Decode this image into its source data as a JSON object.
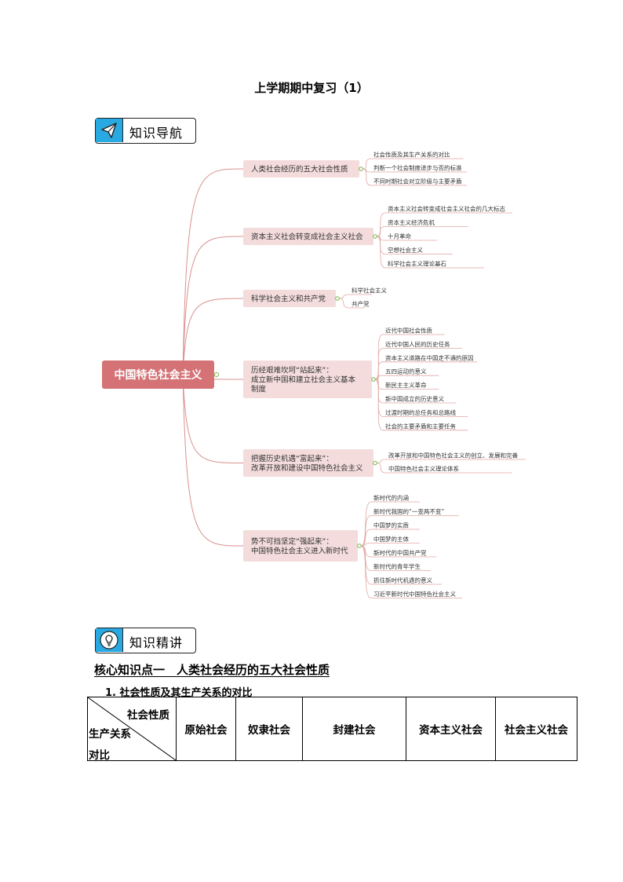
{
  "doc": {
    "title": "上学期期中复习（1）"
  },
  "nav": {
    "label": "知识导航",
    "icon": "paper-plane-icon"
  },
  "detail": {
    "label": "知识精讲",
    "icon": "lightbulb-icon"
  },
  "mindmap": {
    "root": "中国特色社会主义",
    "branches": [
      {
        "lines": [
          "人类社会经历的五大社会性质"
        ],
        "leaves": [
          "社会性质及其生产关系的对比",
          "判断一个社会制度进步与否的标准",
          "不同时期社会对立阶级与主要矛盾"
        ]
      },
      {
        "lines": [
          "资本主义社会转变成社会主义社会"
        ],
        "leaves": [
          "资本主义社会转变成社会主义社会的几大标志",
          "资本主义经济危机",
          "十月革命",
          "空想社会主义",
          "科学社会主义理论基石"
        ]
      },
      {
        "lines": [
          "科学社会主义和共产党"
        ],
        "leaves": [
          "科学社会主义",
          "共产党"
        ]
      },
      {
        "lines": [
          "历经艰难坎坷“站起来”：",
          "成立新中国和建立社会主义基本",
          "制度"
        ],
        "leaves": [
          "近代中国社会性质",
          "近代中国人民的历史任务",
          "资本主义道路在中国走不通的原因",
          "五四运动的意义",
          "新民主主义革命",
          "新中国成立的历史意义",
          "过渡时期的总任务和总路线",
          "社会的主要矛盾和主要任务"
        ]
      },
      {
        "lines": [
          "把握历史机遇“富起来”：",
          "改革开放和建设中国特色社会主义"
        ],
        "leaves": [
          "改革开放和中国特色社会主义的创立、发展和完善",
          "中国特色社会主义理论体系"
        ]
      },
      {
        "lines": [
          "势不可挡坚定“强起来”：",
          "中国特色社会主义进入新时代"
        ],
        "leaves": [
          "新时代的内涵",
          "新时代我国的“一变两不变”",
          "中国梦的实质",
          "中国梦的主体",
          "新时代的中国共产党",
          "新时代的青年学生",
          "抓住新时代机遇的意义",
          "习近平新时代中国特色社会主义"
        ]
      }
    ]
  },
  "knowledge_point": {
    "title": "核心知识点一　人类社会经历的五大社会性质",
    "subtitle": "1. 社会性质及其生产关系的对比"
  },
  "table": {
    "corner_top": "社会性质",
    "corner_mid": "生产关系",
    "corner_bottom": "对比",
    "columns": [
      "原始社会",
      "奴隶社会",
      "封建社会",
      "资本主义社会",
      "社会主义社会"
    ]
  },
  "colors": {
    "root_bg": "#d47276",
    "branch_bg": "#f3dcdb",
    "link": "#d9928f",
    "leaf_line": "#e1a8a5",
    "nav_icon_bg": "#29a9e1"
  }
}
